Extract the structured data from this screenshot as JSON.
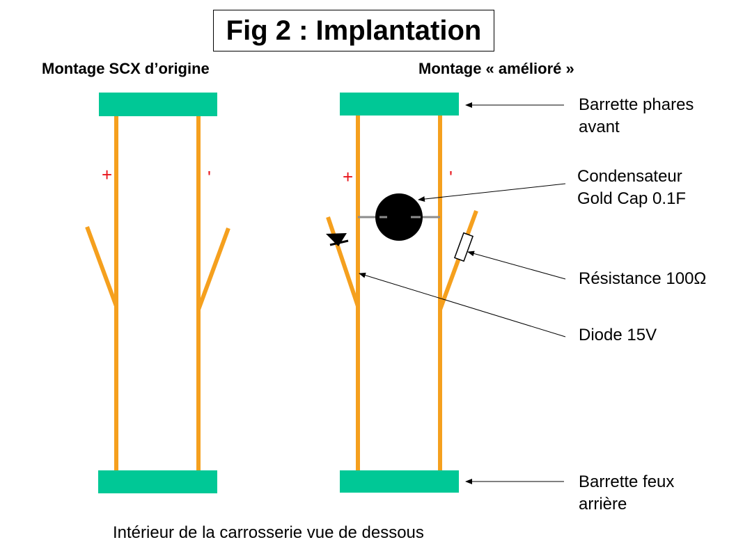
{
  "title": "Fig 2 : Implantation",
  "left_heading": "Montage SCX d’origine",
  "right_heading": "Montage « amélioré »",
  "caption": "Intérieur de la carrosserie vue de dessous",
  "signs": {
    "plus": "+",
    "minus": "'"
  },
  "labels": {
    "front_bar_line1": "Barrette phares",
    "front_bar_line2": "avant",
    "capacitor_line1": "Condensateur",
    "capacitor_line2": "Gold Cap 0.1F",
    "resistor": "Résistance 100Ω",
    "diode": "Diode 15V",
    "rear_bar_line1": "Barrette feux",
    "rear_bar_line2": "arrière"
  },
  "colors": {
    "bar": "#00c896",
    "wire": "#f5a01e",
    "sign": "#e8141b",
    "capacitor": "#000000",
    "capacitor_leads": "#8c8c8c"
  }
}
